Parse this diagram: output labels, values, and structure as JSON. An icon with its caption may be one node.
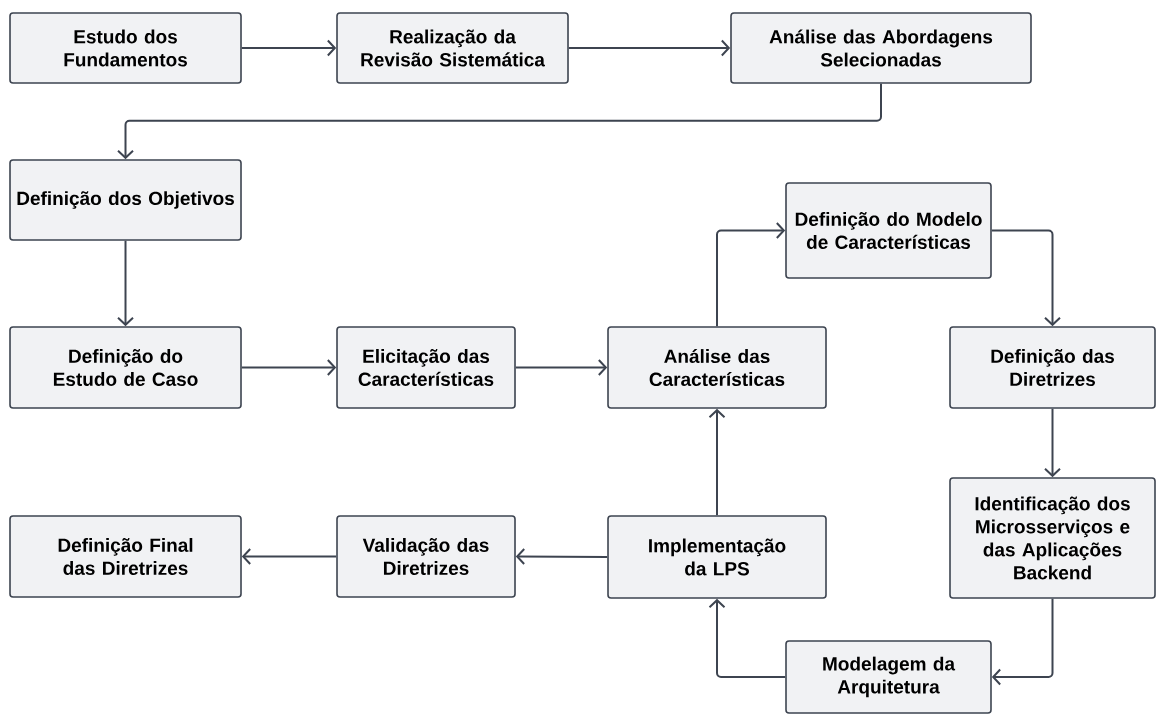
{
  "diagram": {
    "nodes": [
      {
        "text": [
          "Estudo dos Fundamentos"
        ]
      },
      {
        "text": [
          "Realização da Revisão Sistemática"
        ]
      },
      {
        "text": [
          "Análise das Abordagens Selecionadas"
        ]
      },
      {
        "text": [
          "Definição dos Objetivos"
        ]
      },
      {
        "text": [
          "Definição do Modelo de Características"
        ]
      },
      {
        "text": [
          "Definição do Estudo de Caso"
        ]
      },
      {
        "text": [
          "Elicitação das Características"
        ]
      },
      {
        "text": [
          "Análise das Características"
        ]
      },
      {
        "text": [
          "Definição das Diretrizes"
        ]
      },
      {
        "text": [
          "Definição Final das Diretrizes"
        ]
      },
      {
        "text": [
          "Validação das Diretrizes"
        ]
      },
      {
        "text": [
          "Implementação da LPS"
        ]
      },
      {
        "text": [
          "Identificação dos Microsserviços e das Aplicações Backend"
        ]
      },
      {
        "text": [
          "Modelagem da Arquitetura"
        ]
      }
    ],
    "edges": [
      {
        "from": 0,
        "to": 1,
        "arrow": "to"
      },
      {
        "from": 1,
        "to": 2,
        "arrow": "to"
      },
      {
        "from": 2,
        "to": 3,
        "arrow": "to"
      },
      {
        "from": 3,
        "to": 5,
        "arrow": "to"
      },
      {
        "from": 5,
        "to": 6,
        "arrow": "to"
      },
      {
        "from": 6,
        "to": 7,
        "arrow": "to"
      },
      {
        "from": 7,
        "to": 4,
        "arrow": "to"
      },
      {
        "from": 4,
        "to": 8,
        "arrow": "to"
      },
      {
        "from": 8,
        "to": 12,
        "arrow": "to"
      },
      {
        "from": 12,
        "to": 13,
        "arrow": "to"
      },
      {
        "from": 13,
        "to": 11,
        "arrow": "to"
      },
      {
        "from": 11,
        "to": 7,
        "arrow": "to"
      },
      {
        "from": 11,
        "to": 10,
        "arrow": "to"
      },
      {
        "from": 10,
        "to": 9,
        "arrow": "to"
      }
    ]
  }
}
